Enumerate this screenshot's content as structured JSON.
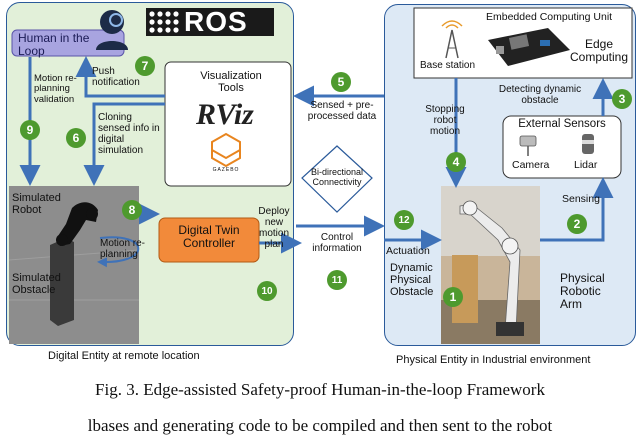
{
  "left_panel": {
    "label": "Digital Entity at remote location"
  },
  "right_panel": {
    "label": "Physical Entity in Industrial environment"
  },
  "human": {
    "label": "Human in the Loop"
  },
  "ros": {
    "logo_text": "ROS"
  },
  "visualization": {
    "label": "Visualization Tools",
    "rviz_text": "RViz",
    "gazebo_text": "GAZEBO"
  },
  "simulation": {
    "robot_label": "Simulated Robot",
    "obstacle_label": "Simulated Obstacle"
  },
  "digital_twin": {
    "label": "Digital Twin Controller"
  },
  "connectivity": {
    "label": "Bi-directional Connectivity"
  },
  "edge": {
    "unit_label": "Embedded Computing Unit",
    "computing_label": "Edge Computing",
    "base_station_label": "Base station"
  },
  "sensors": {
    "title": "External Sensors",
    "camera_label": "Camera",
    "lidar_label": "Lidar"
  },
  "physical": {
    "obstacle_label": "Dynamic Physical Obstacle",
    "arm_label": "Physical Robotic Arm"
  },
  "steps": {
    "s1": "1",
    "s2": "2",
    "s3": "3",
    "s4": "4",
    "s5": "5",
    "s6": "6",
    "s7": "7",
    "s8": "8",
    "s9": "9",
    "s10": "10",
    "s11": "11",
    "s12": "12"
  },
  "labels": {
    "push_notification": "Push notification",
    "motion_replanning_validation": "Motion re-planning validation",
    "cloning": "Cloning sensed info in digital simulation",
    "motion_replanning": "Motion re-planning",
    "deploy": "Deploy new motion plan",
    "control_information": "Control information",
    "sensed": "Sensed + pre-processed data",
    "stopping": "Stopping robot motion",
    "detecting": "Detecting dynamic obstacle",
    "sensing": "Sensing",
    "actuation": "Actuation"
  },
  "caption": "Fig. 3.   Edge-assisted Safety-proof Human-in-the-loop Framework",
  "body_text": "lbases and generating code to be compiled and then sent to the robot"
}
